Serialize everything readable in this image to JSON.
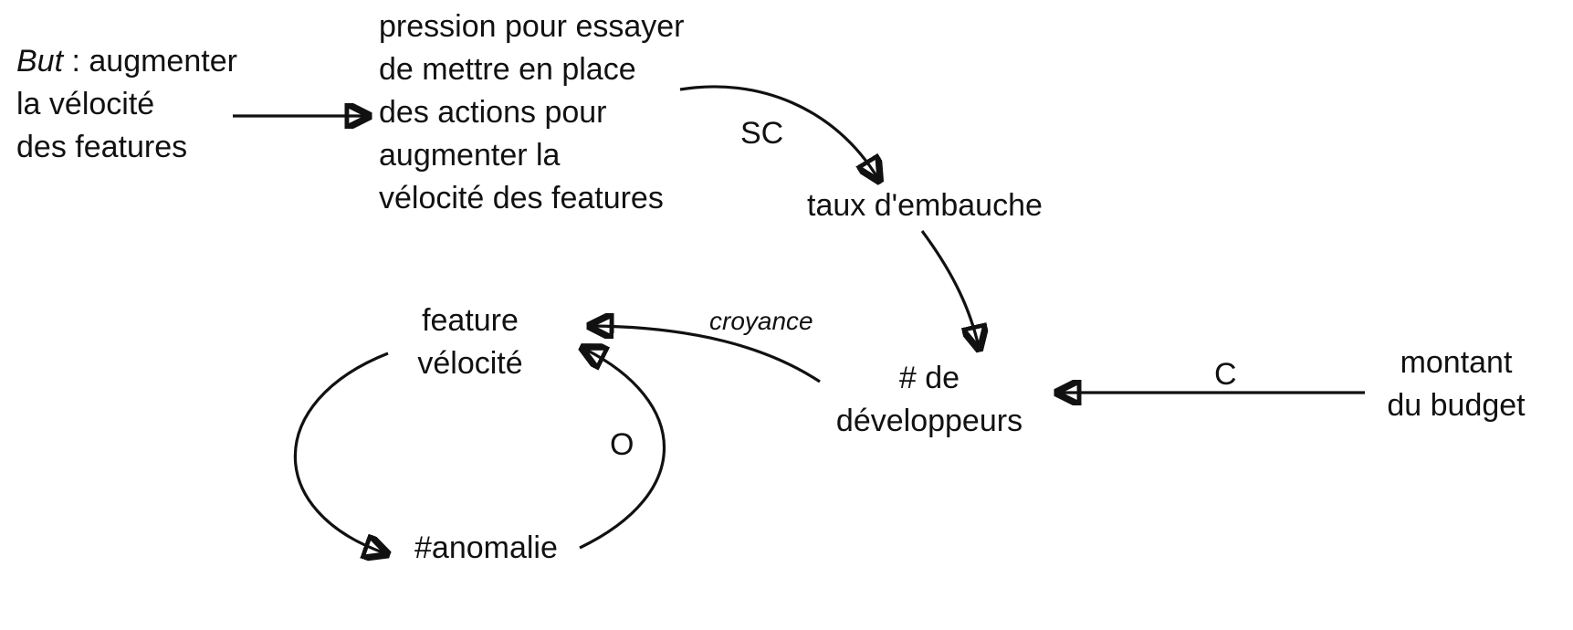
{
  "nodes": {
    "goal": {
      "prefix_italic": "But",
      "line1_rest": " : augmenter",
      "line2": "la vélocité",
      "line3": "des features"
    },
    "pression": {
      "line1": "pression pour essayer",
      "line2": "de mettre en place",
      "line3": "des actions pour",
      "line4": "augmenter la",
      "line5": "vélocité des features"
    },
    "taux_embauche": {
      "label": "taux d'embauche"
    },
    "developpeurs": {
      "line1": "# de",
      "line2": "développeurs"
    },
    "budget": {
      "line1": "montant",
      "line2": "du budget"
    },
    "velocite": {
      "line1": "feature",
      "line2": "vélocité"
    },
    "anomalie": {
      "label": "#anomalie"
    }
  },
  "edge_labels": {
    "sc": "SC",
    "c": "C",
    "croyance": "croyance",
    "o": "O"
  },
  "colors": {
    "stroke": "#111111",
    "background": "#ffffff"
  }
}
